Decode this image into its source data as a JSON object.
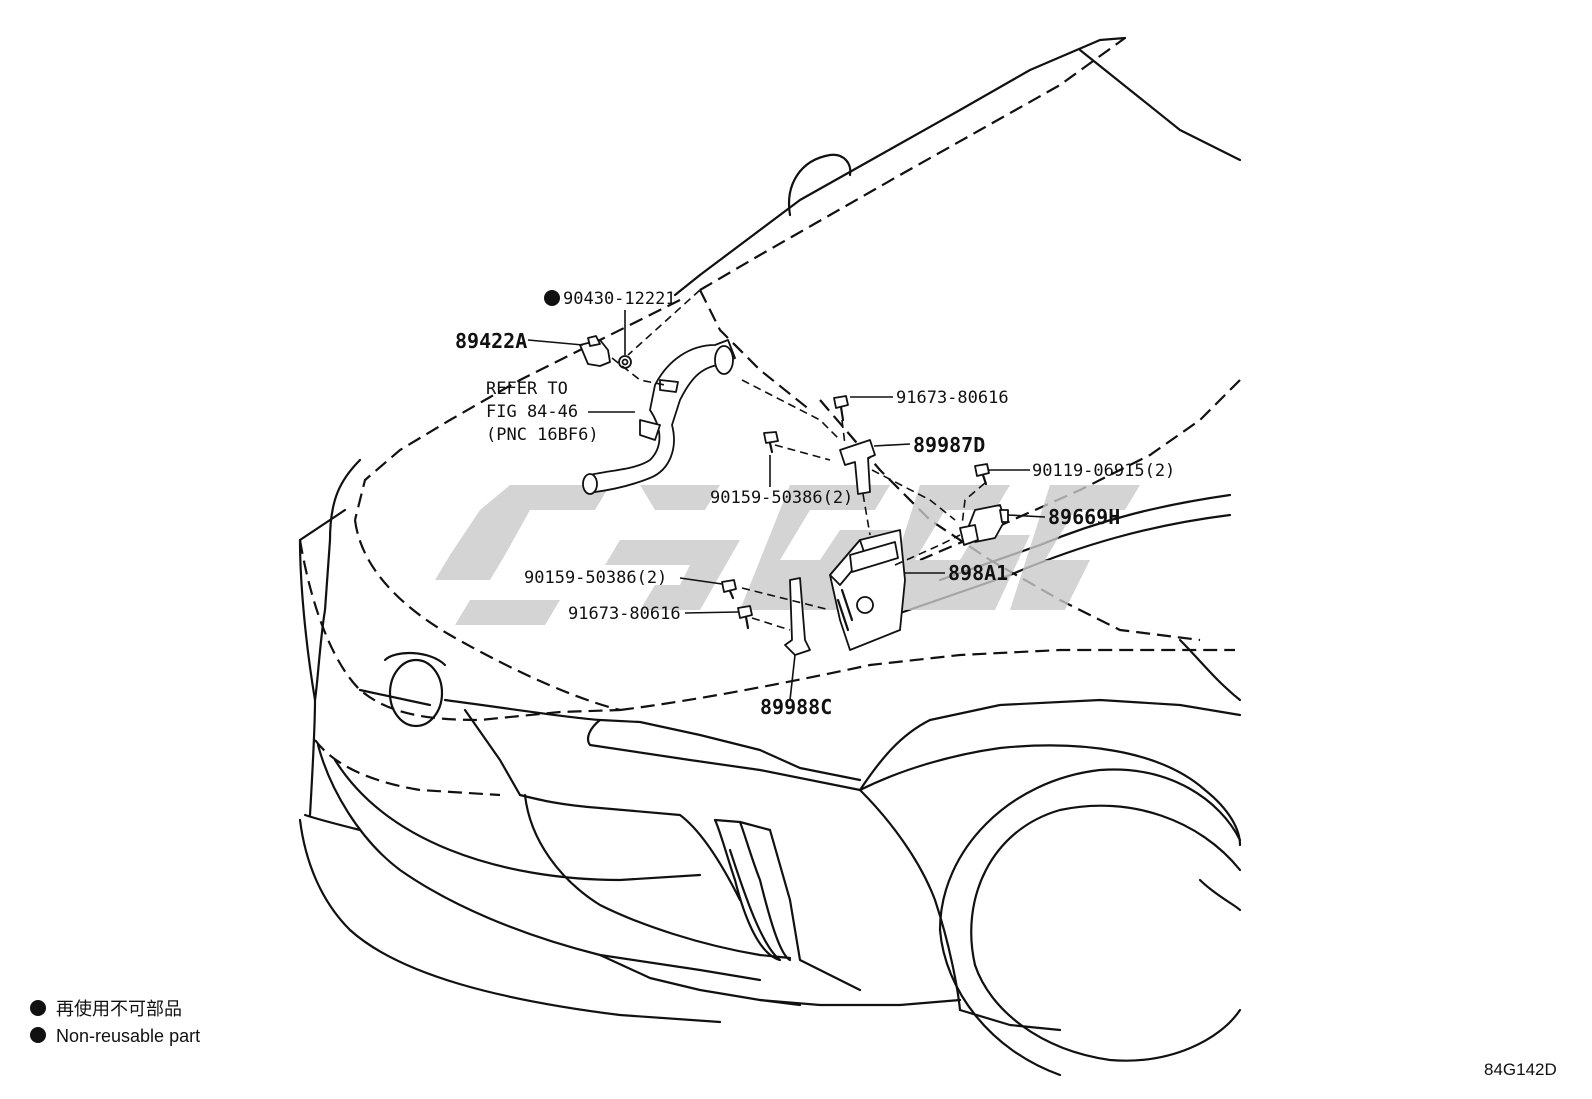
{
  "callouts": {
    "gasket": "90430-12221",
    "sensor": "89422A",
    "refer_line1": "REFER TO",
    "refer_line2": "FIG 84-46",
    "refer_line3": "(PNC 16BF6)",
    "bolt_top": "91673-80616",
    "bracket_top": "89987D",
    "bolt_mid_upper": "90159-50386(2)",
    "bolt_right": "90119-06915(2)",
    "relay": "89669H",
    "ecu": "898A1",
    "bolt_mid_lower": "90159-50386(2)",
    "bolt_lower": "91673-80616",
    "bracket_lower": "89988C"
  },
  "legend": {
    "line_jp": "再使用不可部品",
    "line_en": "Non-reusable part"
  },
  "figure_code": "84G142D",
  "colors": {
    "line": "#111111",
    "watermark": "#c9c9c9",
    "background": "#ffffff"
  }
}
